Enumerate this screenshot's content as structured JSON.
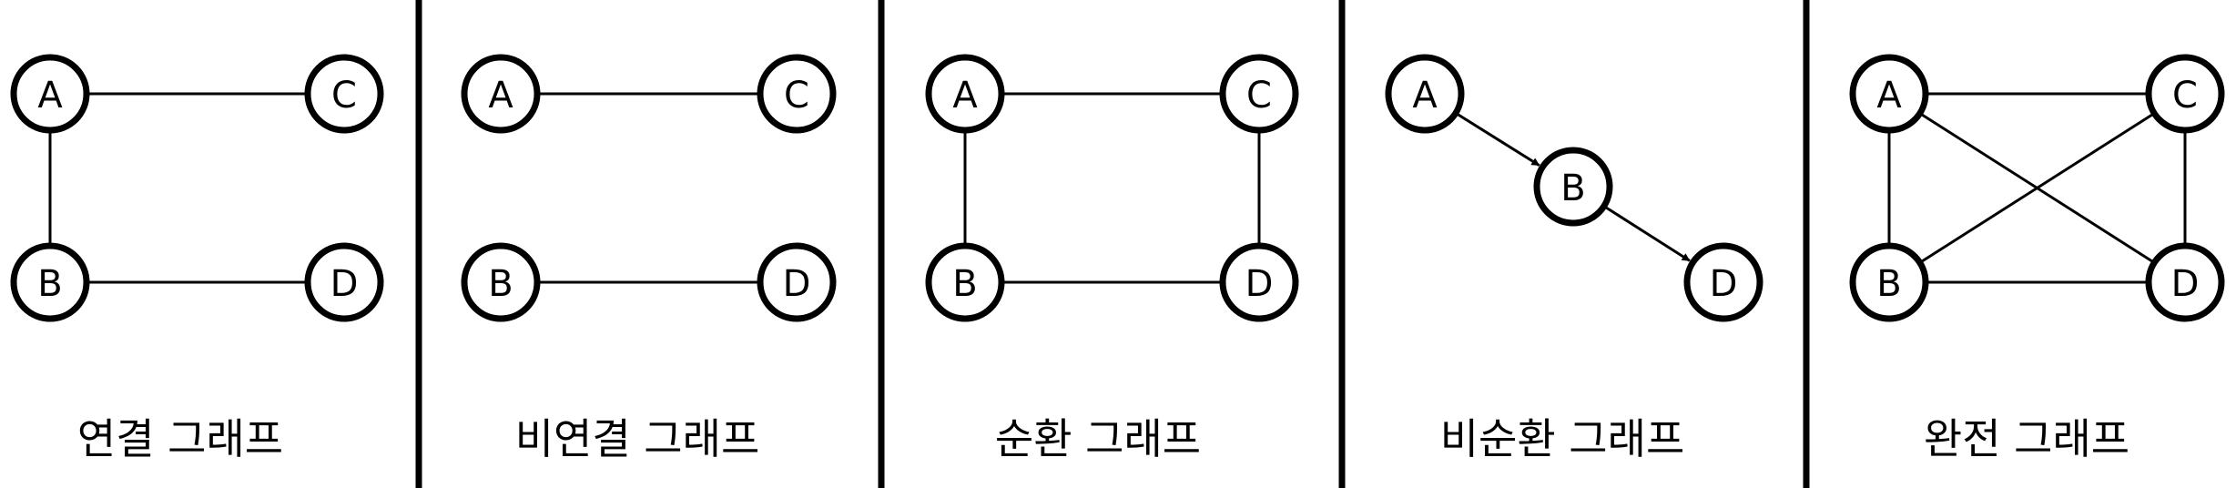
{
  "panels": [
    {
      "caption": "연결 그래프",
      "directed": false,
      "nodes": [
        {
          "id": "A",
          "label": "A"
        },
        {
          "id": "C",
          "label": "C"
        },
        {
          "id": "B",
          "label": "B"
        },
        {
          "id": "D",
          "label": "D"
        }
      ],
      "edges": [
        [
          "A",
          "C"
        ],
        [
          "A",
          "B"
        ],
        [
          "B",
          "D"
        ]
      ]
    },
    {
      "caption": "비연결 그래프",
      "directed": false,
      "nodes": [
        {
          "id": "A",
          "label": "A"
        },
        {
          "id": "C",
          "label": "C"
        },
        {
          "id": "B",
          "label": "B"
        },
        {
          "id": "D",
          "label": "D"
        }
      ],
      "edges": [
        [
          "A",
          "C"
        ],
        [
          "B",
          "D"
        ]
      ]
    },
    {
      "caption": "순환 그래프",
      "directed": false,
      "nodes": [
        {
          "id": "A",
          "label": "A"
        },
        {
          "id": "C",
          "label": "C"
        },
        {
          "id": "B",
          "label": "B"
        },
        {
          "id": "D",
          "label": "D"
        }
      ],
      "edges": [
        [
          "A",
          "C"
        ],
        [
          "A",
          "B"
        ],
        [
          "C",
          "D"
        ],
        [
          "B",
          "D"
        ]
      ]
    },
    {
      "caption": "비순환 그래프",
      "directed": true,
      "nodes": [
        {
          "id": "A",
          "label": "A"
        },
        {
          "id": "B",
          "label": "B"
        },
        {
          "id": "D",
          "label": "D"
        }
      ],
      "edges": [
        [
          "A",
          "B"
        ],
        [
          "B",
          "D"
        ]
      ]
    },
    {
      "caption": "완전 그래프",
      "directed": false,
      "nodes": [
        {
          "id": "A",
          "label": "A"
        },
        {
          "id": "C",
          "label": "C"
        },
        {
          "id": "B",
          "label": "B"
        },
        {
          "id": "D",
          "label": "D"
        }
      ],
      "edges": [
        [
          "A",
          "C"
        ],
        [
          "A",
          "B"
        ],
        [
          "A",
          "D"
        ],
        [
          "C",
          "B"
        ],
        [
          "C",
          "D"
        ],
        [
          "B",
          "D"
        ]
      ]
    }
  ]
}
